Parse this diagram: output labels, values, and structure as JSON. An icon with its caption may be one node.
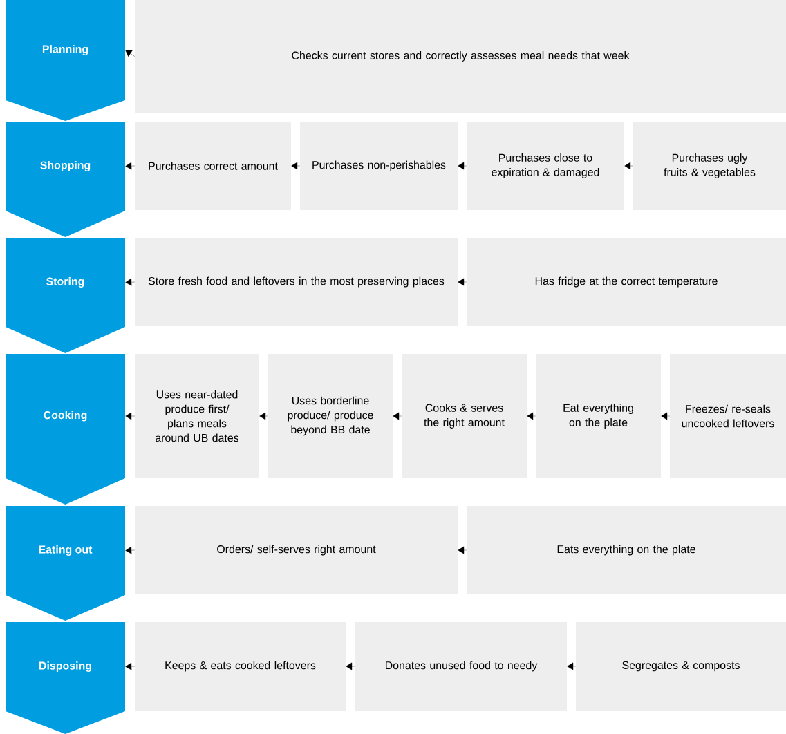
{
  "diagram": {
    "nodes": [
      {
        "text": [
          "Planning"
        ]
      },
      {
        "text": [
          "Checks current stores and correctly assesses meal needs that week"
        ]
      },
      {
        "text": [
          "Shopping"
        ]
      },
      {
        "text": [
          "Purchases correct amount"
        ]
      },
      {
        "text": [
          "Purchases non-perishables"
        ]
      },
      {
        "text": [
          "Purchases close to expiration & damaged"
        ]
      },
      {
        "text": [
          "Purchases ugly fruits & vegetables"
        ]
      },
      {
        "text": [
          "Storing"
        ]
      },
      {
        "text": [
          "Store fresh food and leftovers in the most preserving places"
        ]
      },
      {
        "text": [
          "Has fridge at the correct temperature"
        ]
      },
      {
        "text": [
          "Cooking"
        ]
      },
      {
        "text": [
          "Uses near-dated produce first/ plans meals around UB dates"
        ]
      },
      {
        "text": [
          "Uses borderline produce/ produce beyond BB date"
        ]
      },
      {
        "text": [
          "Cooks & serves the right amount"
        ]
      },
      {
        "text": [
          "Eat everything on the plate"
        ]
      },
      {
        "text": [
          "Freezes/ re-seals uncooked leftovers"
        ]
      },
      {
        "text": [
          "Eating out"
        ]
      },
      {
        "text": [
          "Orders/ self-serves right amount"
        ]
      },
      {
        "text": [
          "Eats everything on the plate"
        ]
      },
      {
        "text": [
          "Disposing"
        ]
      },
      {
        "text": [
          "Keeps & eats cooked leftovers"
        ]
      },
      {
        "text": [
          "Donates unused food to needy"
        ]
      },
      {
        "text": [
          "Segregates & composts"
        ]
      }
    ],
    "edges": [
      {
        "from": 1,
        "to": 0,
        "arrow": "to"
      },
      {
        "from": 3,
        "to": 2,
        "arrow": "to"
      },
      {
        "from": 4,
        "to": 3,
        "arrow": "to"
      },
      {
        "from": 5,
        "to": 4,
        "arrow": "to"
      },
      {
        "from": 6,
        "to": 5,
        "arrow": "to"
      },
      {
        "from": 8,
        "to": 7,
        "arrow": "to"
      },
      {
        "from": 9,
        "to": 8,
        "arrow": "to"
      },
      {
        "from": 11,
        "to": 10,
        "arrow": "to"
      },
      {
        "from": 12,
        "to": 11,
        "arrow": "to"
      },
      {
        "from": 13,
        "to": 12,
        "arrow": "to"
      },
      {
        "from": 14,
        "to": 13,
        "arrow": "to"
      },
      {
        "from": 15,
        "to": 14,
        "arrow": "to"
      },
      {
        "from": 17,
        "to": 16,
        "arrow": "to"
      },
      {
        "from": 18,
        "to": 17,
        "arrow": "to"
      },
      {
        "from": 20,
        "to": 19,
        "arrow": "to"
      },
      {
        "from": 21,
        "to": 20,
        "arrow": "to"
      },
      {
        "from": 22,
        "to": 21,
        "arrow": "to"
      }
    ]
  }
}
